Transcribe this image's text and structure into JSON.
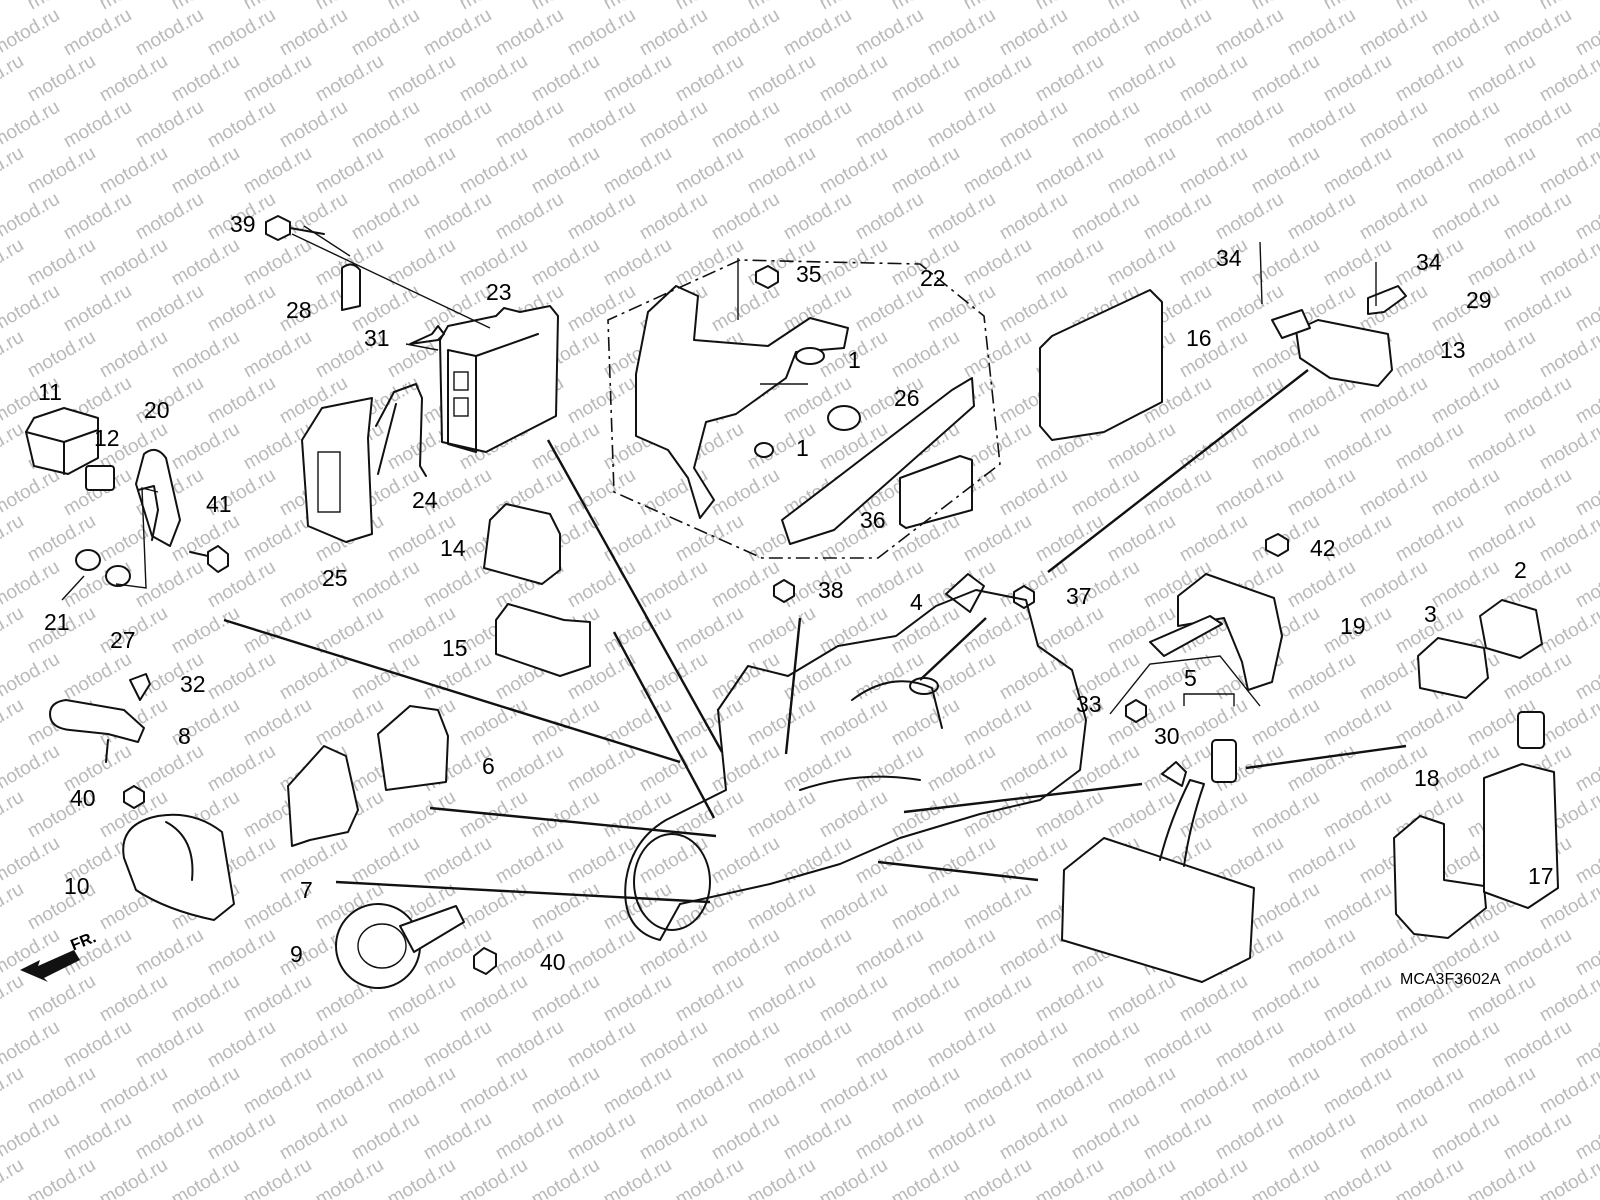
{
  "watermark": "motod.ru",
  "diagram_code": "MCA3F3602A",
  "direction_label": "FR.",
  "callouts": [
    "39",
    "28",
    "23",
    "31",
    "11",
    "12",
    "20",
    "41",
    "21",
    "27",
    "24",
    "25",
    "14",
    "15",
    "32",
    "8",
    "40",
    "10",
    "7",
    "6",
    "9",
    "40",
    "35",
    "22",
    "1",
    "26",
    "1",
    "36",
    "16",
    "34",
    "34",
    "29",
    "13",
    "4",
    "38",
    "37",
    "42",
    "2",
    "19",
    "3",
    "33",
    "5",
    "30",
    "18",
    "17"
  ]
}
